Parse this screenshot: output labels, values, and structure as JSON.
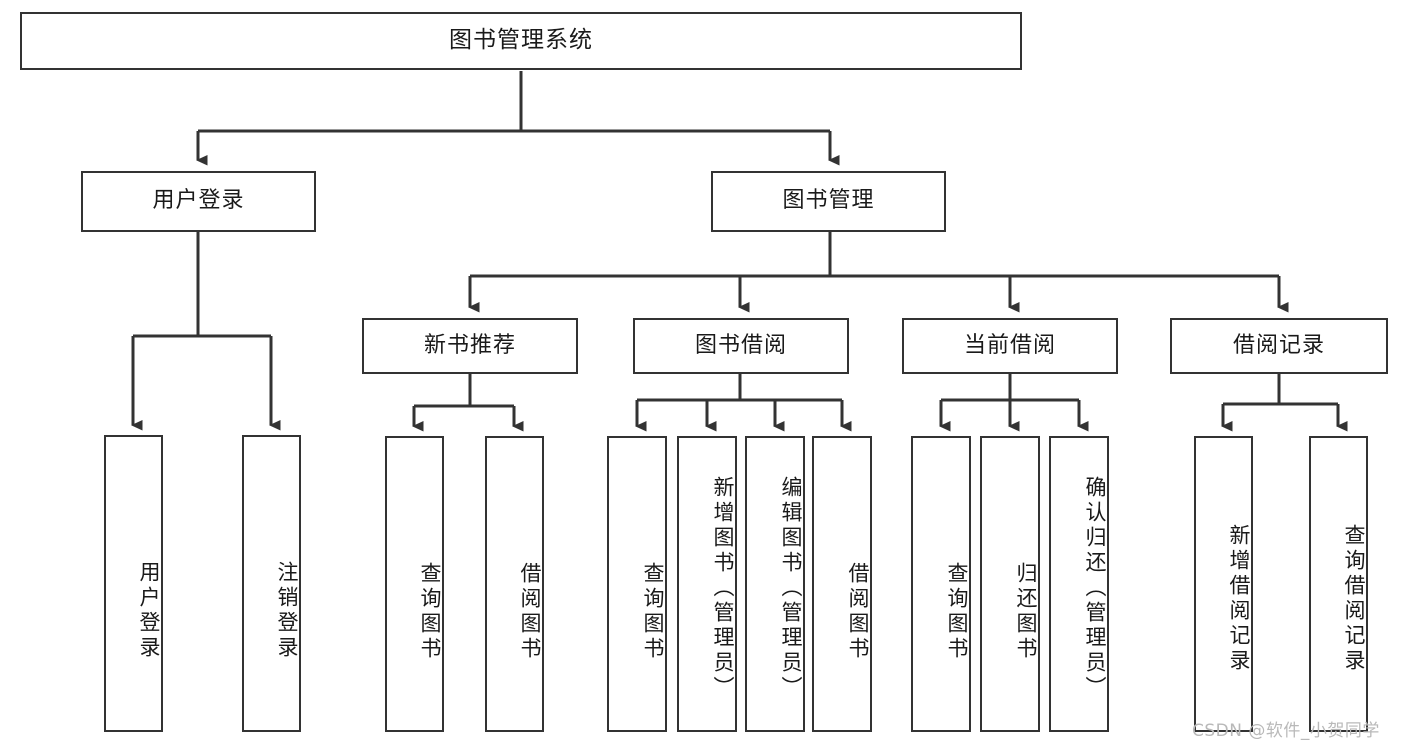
{
  "diagram": {
    "type": "tree-hierarchy",
    "title": "图书管理系统",
    "watermark": "CSDN @软件_小贺同学",
    "colors": {
      "stroke": "#333333",
      "fill": "#ffffff",
      "text": "#1a1a1a",
      "watermark": "#b9b9b9"
    },
    "levels": {
      "level1": [
        "图书管理系统"
      ],
      "level2": [
        "用户登录",
        "图书管理"
      ],
      "level3": [
        "新书推荐",
        "图书借阅",
        "当前借阅",
        "借阅记录"
      ],
      "level4": [
        "用户登录",
        "注销登录",
        "查询图书",
        "借阅图书",
        "查询图书",
        "新增图书（管理员）",
        "编辑图书（管理员）",
        "借阅图书",
        "查询图书",
        "归还图书",
        "确认归还（管理员）",
        "新增借阅记录",
        "查询借阅记录"
      ]
    },
    "nodes": {
      "root": {
        "label": "图书管理系统"
      },
      "user_login": {
        "label": "用户登录"
      },
      "book_manage": {
        "label": "图书管理"
      },
      "new_book_rec": {
        "label": "新书推荐"
      },
      "book_borrow": {
        "label": "图书借阅"
      },
      "current_borrow": {
        "label": "当前借阅"
      },
      "borrow_record": {
        "label": "借阅记录"
      },
      "leaf_user_login": {
        "label": "用户登录"
      },
      "leaf_logout": {
        "label": "注销登录"
      },
      "leaf_query_book_1": {
        "label": "查询图书"
      },
      "leaf_borrow_book_1": {
        "label": "借阅图书"
      },
      "leaf_query_book_2": {
        "label": "查询图书"
      },
      "leaf_add_book": {
        "label": "新增图书（管理员）"
      },
      "leaf_edit_book": {
        "label": "编辑图书（管理员）"
      },
      "leaf_borrow_book_2": {
        "label": "借阅图书"
      },
      "leaf_query_book_3": {
        "label": "查询图书"
      },
      "leaf_return_book": {
        "label": "归还图书"
      },
      "leaf_confirm_return": {
        "label": "确认归还（管理员）"
      },
      "leaf_add_record": {
        "label": "新增借阅记录"
      },
      "leaf_query_record": {
        "label": "查询借阅记录"
      }
    },
    "edges": [
      {
        "from": "root",
        "to": "user_login"
      },
      {
        "from": "root",
        "to": "book_manage"
      },
      {
        "from": "user_login",
        "to": "leaf_user_login"
      },
      {
        "from": "user_login",
        "to": "leaf_logout"
      },
      {
        "from": "book_manage",
        "to": "new_book_rec"
      },
      {
        "from": "book_manage",
        "to": "book_borrow"
      },
      {
        "from": "book_manage",
        "to": "current_borrow"
      },
      {
        "from": "book_manage",
        "to": "borrow_record"
      },
      {
        "from": "new_book_rec",
        "to": "leaf_query_book_1"
      },
      {
        "from": "new_book_rec",
        "to": "leaf_borrow_book_1"
      },
      {
        "from": "book_borrow",
        "to": "leaf_query_book_2"
      },
      {
        "from": "book_borrow",
        "to": "leaf_add_book"
      },
      {
        "from": "book_borrow",
        "to": "leaf_edit_book"
      },
      {
        "from": "book_borrow",
        "to": "leaf_borrow_book_2"
      },
      {
        "from": "current_borrow",
        "to": "leaf_query_book_3"
      },
      {
        "from": "current_borrow",
        "to": "leaf_return_book"
      },
      {
        "from": "current_borrow",
        "to": "leaf_confirm_return"
      },
      {
        "from": "borrow_record",
        "to": "leaf_add_record"
      },
      {
        "from": "borrow_record",
        "to": "leaf_query_record"
      }
    ]
  }
}
